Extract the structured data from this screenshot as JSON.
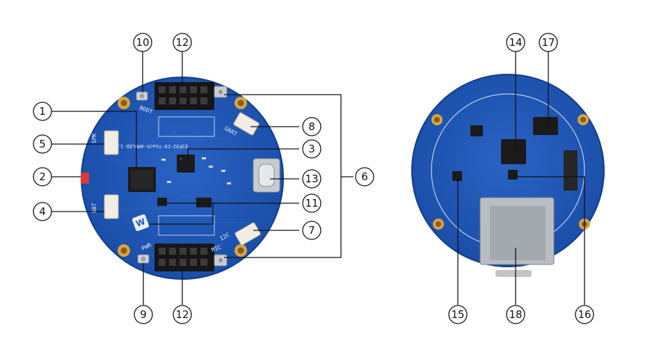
{
  "colors": {
    "pcb": "#1f57b8",
    "pcb_dark": "#16439a",
    "pad_gold": "#d9a441",
    "leader": "#111111",
    "callout_ring": "#111111"
  },
  "front": {
    "silkscreen": {
      "boot": "BOOT",
      "uart": "UART",
      "board_name": "ESP32-C6-Touch-AMOLED-1.43",
      "spk": "SPK",
      "bat": "BAT",
      "pwr": "PWR",
      "mic": "MIC",
      "i2c": "I2C"
    },
    "callouts": [
      "1",
      "2",
      "3",
      "4",
      "5",
      "6",
      "7",
      "8",
      "9",
      "10",
      "11",
      "12",
      "12",
      "13"
    ]
  },
  "back": {
    "callouts": [
      "14",
      "15",
      "16",
      "17",
      "18"
    ]
  }
}
